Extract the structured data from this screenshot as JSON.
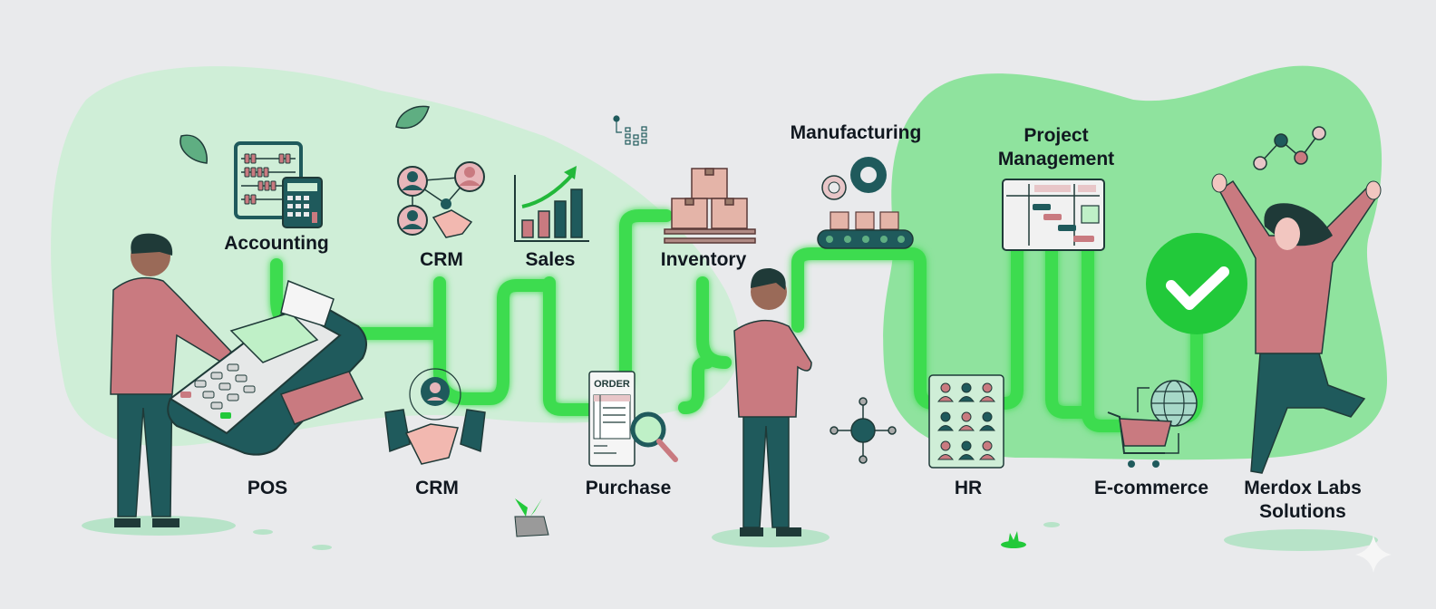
{
  "title": "ERP Modules Workflow",
  "colors": {
    "background": "#e9eaec",
    "blob_light": "#cfeed7",
    "blob_mid": "#8fe39e",
    "pipe": "#3ddc4f",
    "pipe_glow": "#9af2a6",
    "teal": "#1f5a5c",
    "pink": "#c97a80",
    "check": "#22c93a",
    "text": "#111820"
  },
  "modules_top": [
    {
      "name": "accounting",
      "label": "Accounting",
      "icon": "abacus-calculator-icon"
    },
    {
      "name": "crm-top",
      "label": "CRM",
      "icon": "people-network-icon"
    },
    {
      "name": "sales",
      "label": "Sales",
      "icon": "growth-chart-icon"
    },
    {
      "name": "inventory",
      "label": "Inventory",
      "icon": "boxes-pallet-icon"
    },
    {
      "name": "manufacturing",
      "label": "Manufacturing",
      "icon": "gears-conveyor-icon"
    },
    {
      "name": "project-management",
      "label": "Project Management",
      "icon": "gantt-chart-icon"
    }
  ],
  "modules_bottom": [
    {
      "name": "pos",
      "label": "POS",
      "icon": "pos-terminal-icon"
    },
    {
      "name": "crm-bottom",
      "label": "CRM",
      "icon": "handshake-icon"
    },
    {
      "name": "purchase",
      "label": "Purchase",
      "icon": "order-document-icon"
    },
    {
      "name": "hr",
      "label": "HR",
      "icon": "employees-grid-icon"
    },
    {
      "name": "ecommerce",
      "label": "E-commerce",
      "icon": "shopping-cart-globe-icon"
    },
    {
      "name": "final",
      "label": "Merdox Labs Solutions",
      "icon": "success-check-icon"
    }
  ],
  "order_doc_text": "ORDER"
}
